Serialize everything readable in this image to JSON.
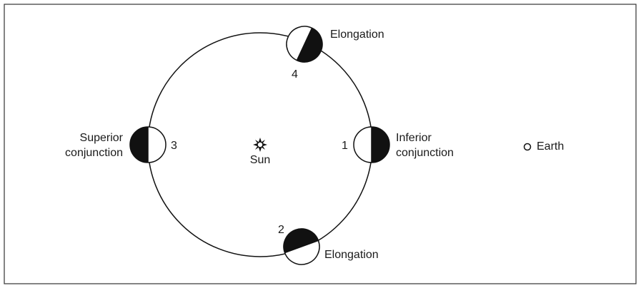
{
  "labels": {
    "sun": "Sun",
    "earth": "Earth",
    "elongation_top": "Elongation",
    "elongation_bottom": "Elongation",
    "inferior_line1": "Inferior",
    "inferior_line2": "conjunction",
    "superior_line1": "Superior",
    "superior_line2": "conjunction",
    "pos1": "1",
    "pos2": "2",
    "pos3": "3",
    "pos4": "4"
  },
  "colors": {
    "ink": "#111111",
    "background": "#ffffff"
  }
}
